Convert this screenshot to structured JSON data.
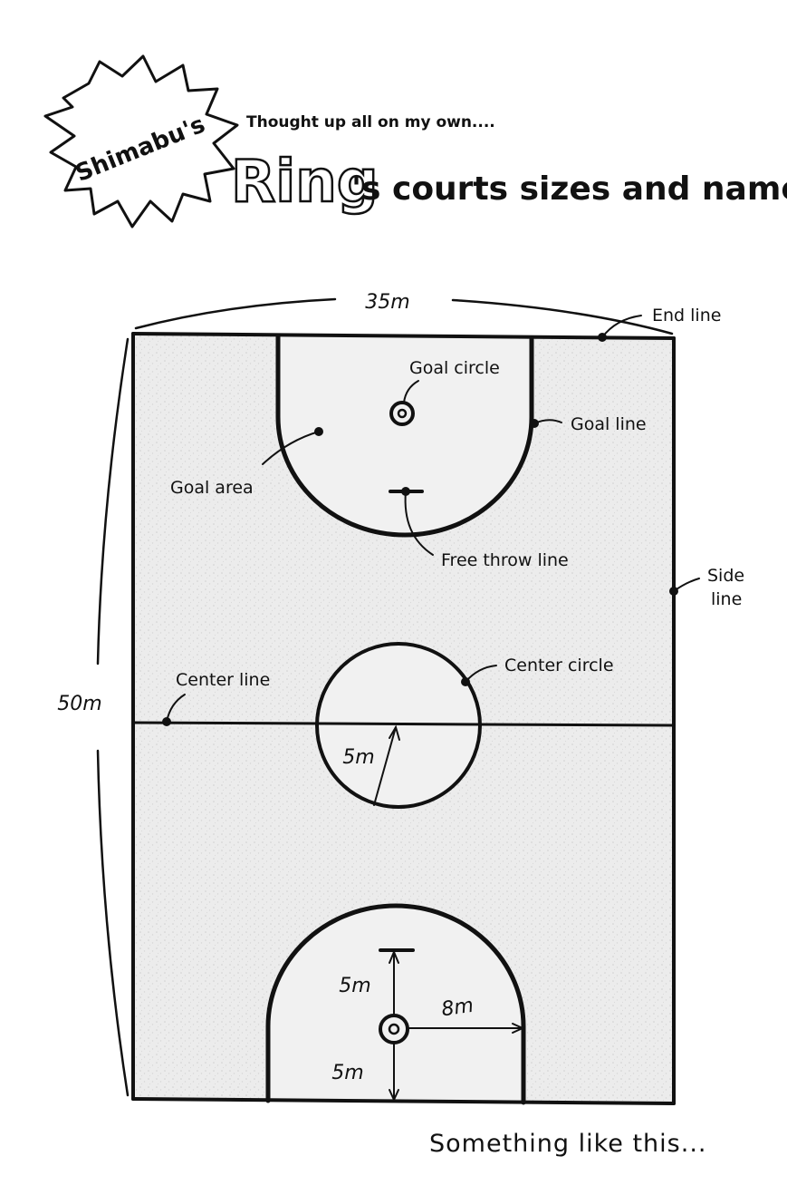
{
  "title": {
    "burst_label": "Shimabu's",
    "subtitle": "Thought up all on my own....",
    "ring_word": "Ring",
    "rest": "'s courts sizes and names!"
  },
  "dimensions": {
    "width": "35m",
    "length": "50m",
    "center_radius": "5m",
    "free_throw_upper": "5m",
    "free_throw_lower": "5m",
    "goal_area_radius": "8m"
  },
  "labels": {
    "end_line": "End line",
    "goal_circle": "Goal circle",
    "goal_line": "Goal line",
    "goal_area": "Goal area",
    "free_throw_line": "Free throw line",
    "side_line_1": "Side",
    "side_line_2": "line",
    "center_line": "Center line",
    "center_circle": "Center circle"
  },
  "footer": "Something like this..."
}
